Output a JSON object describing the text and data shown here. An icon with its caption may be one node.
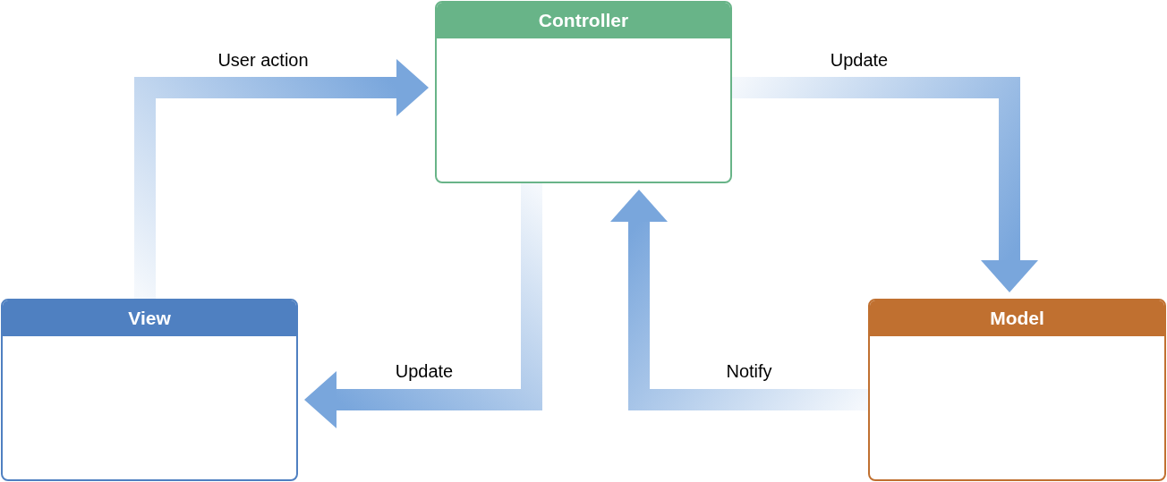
{
  "diagram": {
    "nodes": [
      {
        "text": [
          "Controller"
        ]
      },
      {
        "text": [
          "View"
        ]
      },
      {
        "text": [
          "Model"
        ]
      }
    ],
    "edges": [
      {
        "from": 1,
        "to": 0,
        "arrow": "to",
        "label": "User action"
      },
      {
        "from": 0,
        "to": 2,
        "arrow": "to",
        "label": "Update"
      },
      {
        "from": 0,
        "to": 1,
        "arrow": "to",
        "label": "Update"
      },
      {
        "from": 2,
        "to": 0,
        "arrow": "to",
        "label": "Notify"
      }
    ]
  }
}
